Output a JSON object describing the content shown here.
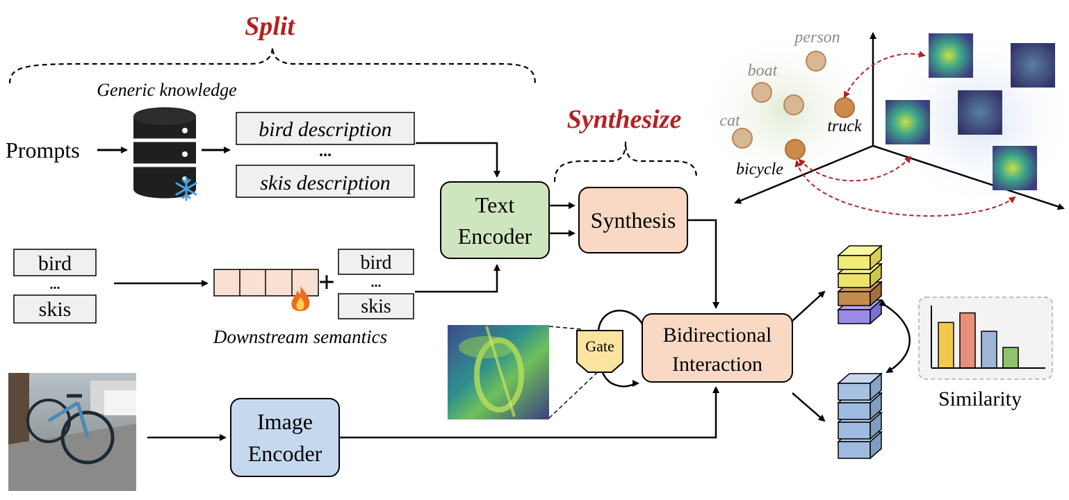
{
  "split_label": "Split",
  "synthesize_label": "Synthesize",
  "generic_knowledge_label": "Generic knowledge",
  "prompts_label": "Prompts",
  "descriptions": {
    "first": "bird description",
    "ellipsis": "...",
    "last": "skis description"
  },
  "class_list": {
    "first": "bird",
    "ellipsis": "...",
    "last": "skis"
  },
  "class_list_2": {
    "first": "bird",
    "ellipsis": "...",
    "last": "skis"
  },
  "plus_sign": "+",
  "downstream_semantics_label": "Downstream semantics",
  "text_encoder": {
    "line1": "Text",
    "line2": "Encoder"
  },
  "synthesis_label": "Synthesis",
  "bidirectional": {
    "line1": "Bidirectional",
    "line2": "Interaction"
  },
  "gate_label": "Gate",
  "image_encoder": {
    "line1": "Image",
    "line2": "Encoder"
  },
  "similarity_label": "Similarity",
  "embedding_space": {
    "points": [
      {
        "label": "person",
        "highlight": false
      },
      {
        "label": "boat",
        "highlight": false
      },
      {
        "label": "cat",
        "highlight": false
      },
      {
        "label": "truck",
        "highlight": true
      },
      {
        "label": "bicycle",
        "highlight": true
      }
    ]
  },
  "chart_data": {
    "type": "bar",
    "title": "Similarity",
    "values": [
      0.62,
      0.75,
      0.5,
      0.28
    ],
    "colors": [
      "#f2c94c",
      "#e8907a",
      "#9db6d8",
      "#8fc46a"
    ]
  },
  "colors": {
    "accent_red": "#b22222",
    "text_encoder_fill": "#cfe5c0",
    "synthesis_fill": "#f9d9c4",
    "image_encoder_fill": "#c5d8ee"
  }
}
